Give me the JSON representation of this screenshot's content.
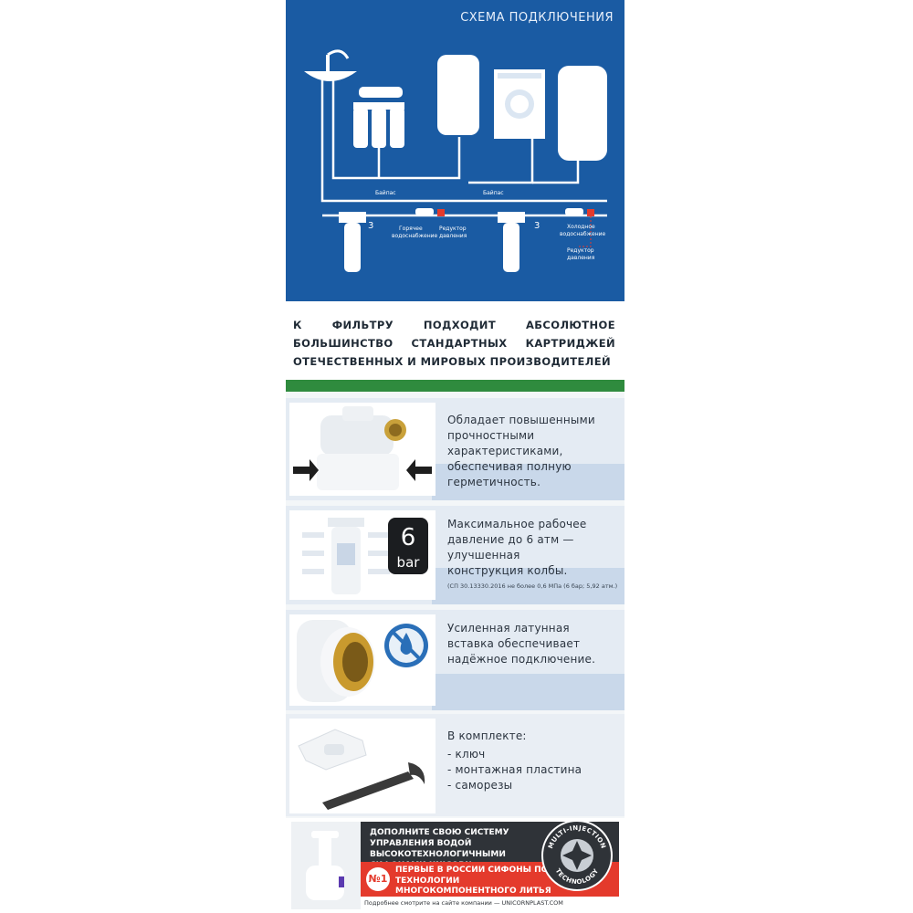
{
  "diagram": {
    "title": "СХЕМА ПОДКЛЮЧЕНИЯ",
    "bypass_label_left": "Байпас",
    "bypass_label_right": "Байпас",
    "label_hot_water_1": "Горячее",
    "label_hot_water_2": "водоснабжение",
    "label_reducer_left_1": "Редуктор",
    "label_reducer_left_2": "давления",
    "label_cold_water_1": "Холодное",
    "label_cold_water_2": "водоснабжение",
    "label_reducer_right_1": "Редуктор",
    "label_reducer_right_2": "давления",
    "number_left": "3",
    "number_right": "3"
  },
  "compat": {
    "text": "К ФИЛЬТРУ ПОДХОДИТ АБСОЛЮТНОЕ БОЛЬШИНСТВО СТАНДАРТНЫХ КАРТРИДЖЕЙ ОТЕЧЕСТВЕННЫХ И МИРОВЫХ ПРОИЗВОДИТЕЛЕЙ"
  },
  "features": {
    "strength": {
      "text": "Обладает повышенными прочностными характеристиками, обеспечивая полную герметичность."
    },
    "pressure": {
      "badge_value": "6",
      "badge_unit": "bar",
      "text": "Максимальное рабочее давление до 6 атм — улучшенная конструкция колбы.",
      "note": "(СП 30.13330.2016 не более 0,6 МПа (6 бар; 5,92 атм.)"
    },
    "insert": {
      "text": "Усиленная латунная вставка обеспечивает надёжное подключение."
    },
    "kit": {
      "heading": "В комплекте:",
      "items": [
        "- ключ",
        "- монтажная пластина",
        "- саморезы"
      ]
    }
  },
  "promo": {
    "dark_text": "ДОПОЛНИТЕ СВОЮ СИСТЕМУ УПРАВЛЕНИЯ ВОДОЙ ВЫСОКОТЕХНОЛОГИЧНЫМИ СИФОНАМИ UNICORN",
    "badge": "№1",
    "red_text": "ПЕРВЫЕ В РОССИИ СИФОНЫ ПО ТЕХНОЛОГИИ МНОГОКОМПОНЕНТНОГО ЛИТЬЯ",
    "footer": "Подробнее смотрите на сайте компании — UNICORNPLAST.COM",
    "seal_top": "MULTI-INJECTION",
    "seal_bottom": "TECHNOLOGY"
  },
  "colors": {
    "diagram_bg": "#1a5ba3",
    "green_bar": "#2f8b3e",
    "promo_red": "#e43a2c",
    "promo_dark": "#2f3338",
    "feature_bg": "#e4ebf3"
  }
}
